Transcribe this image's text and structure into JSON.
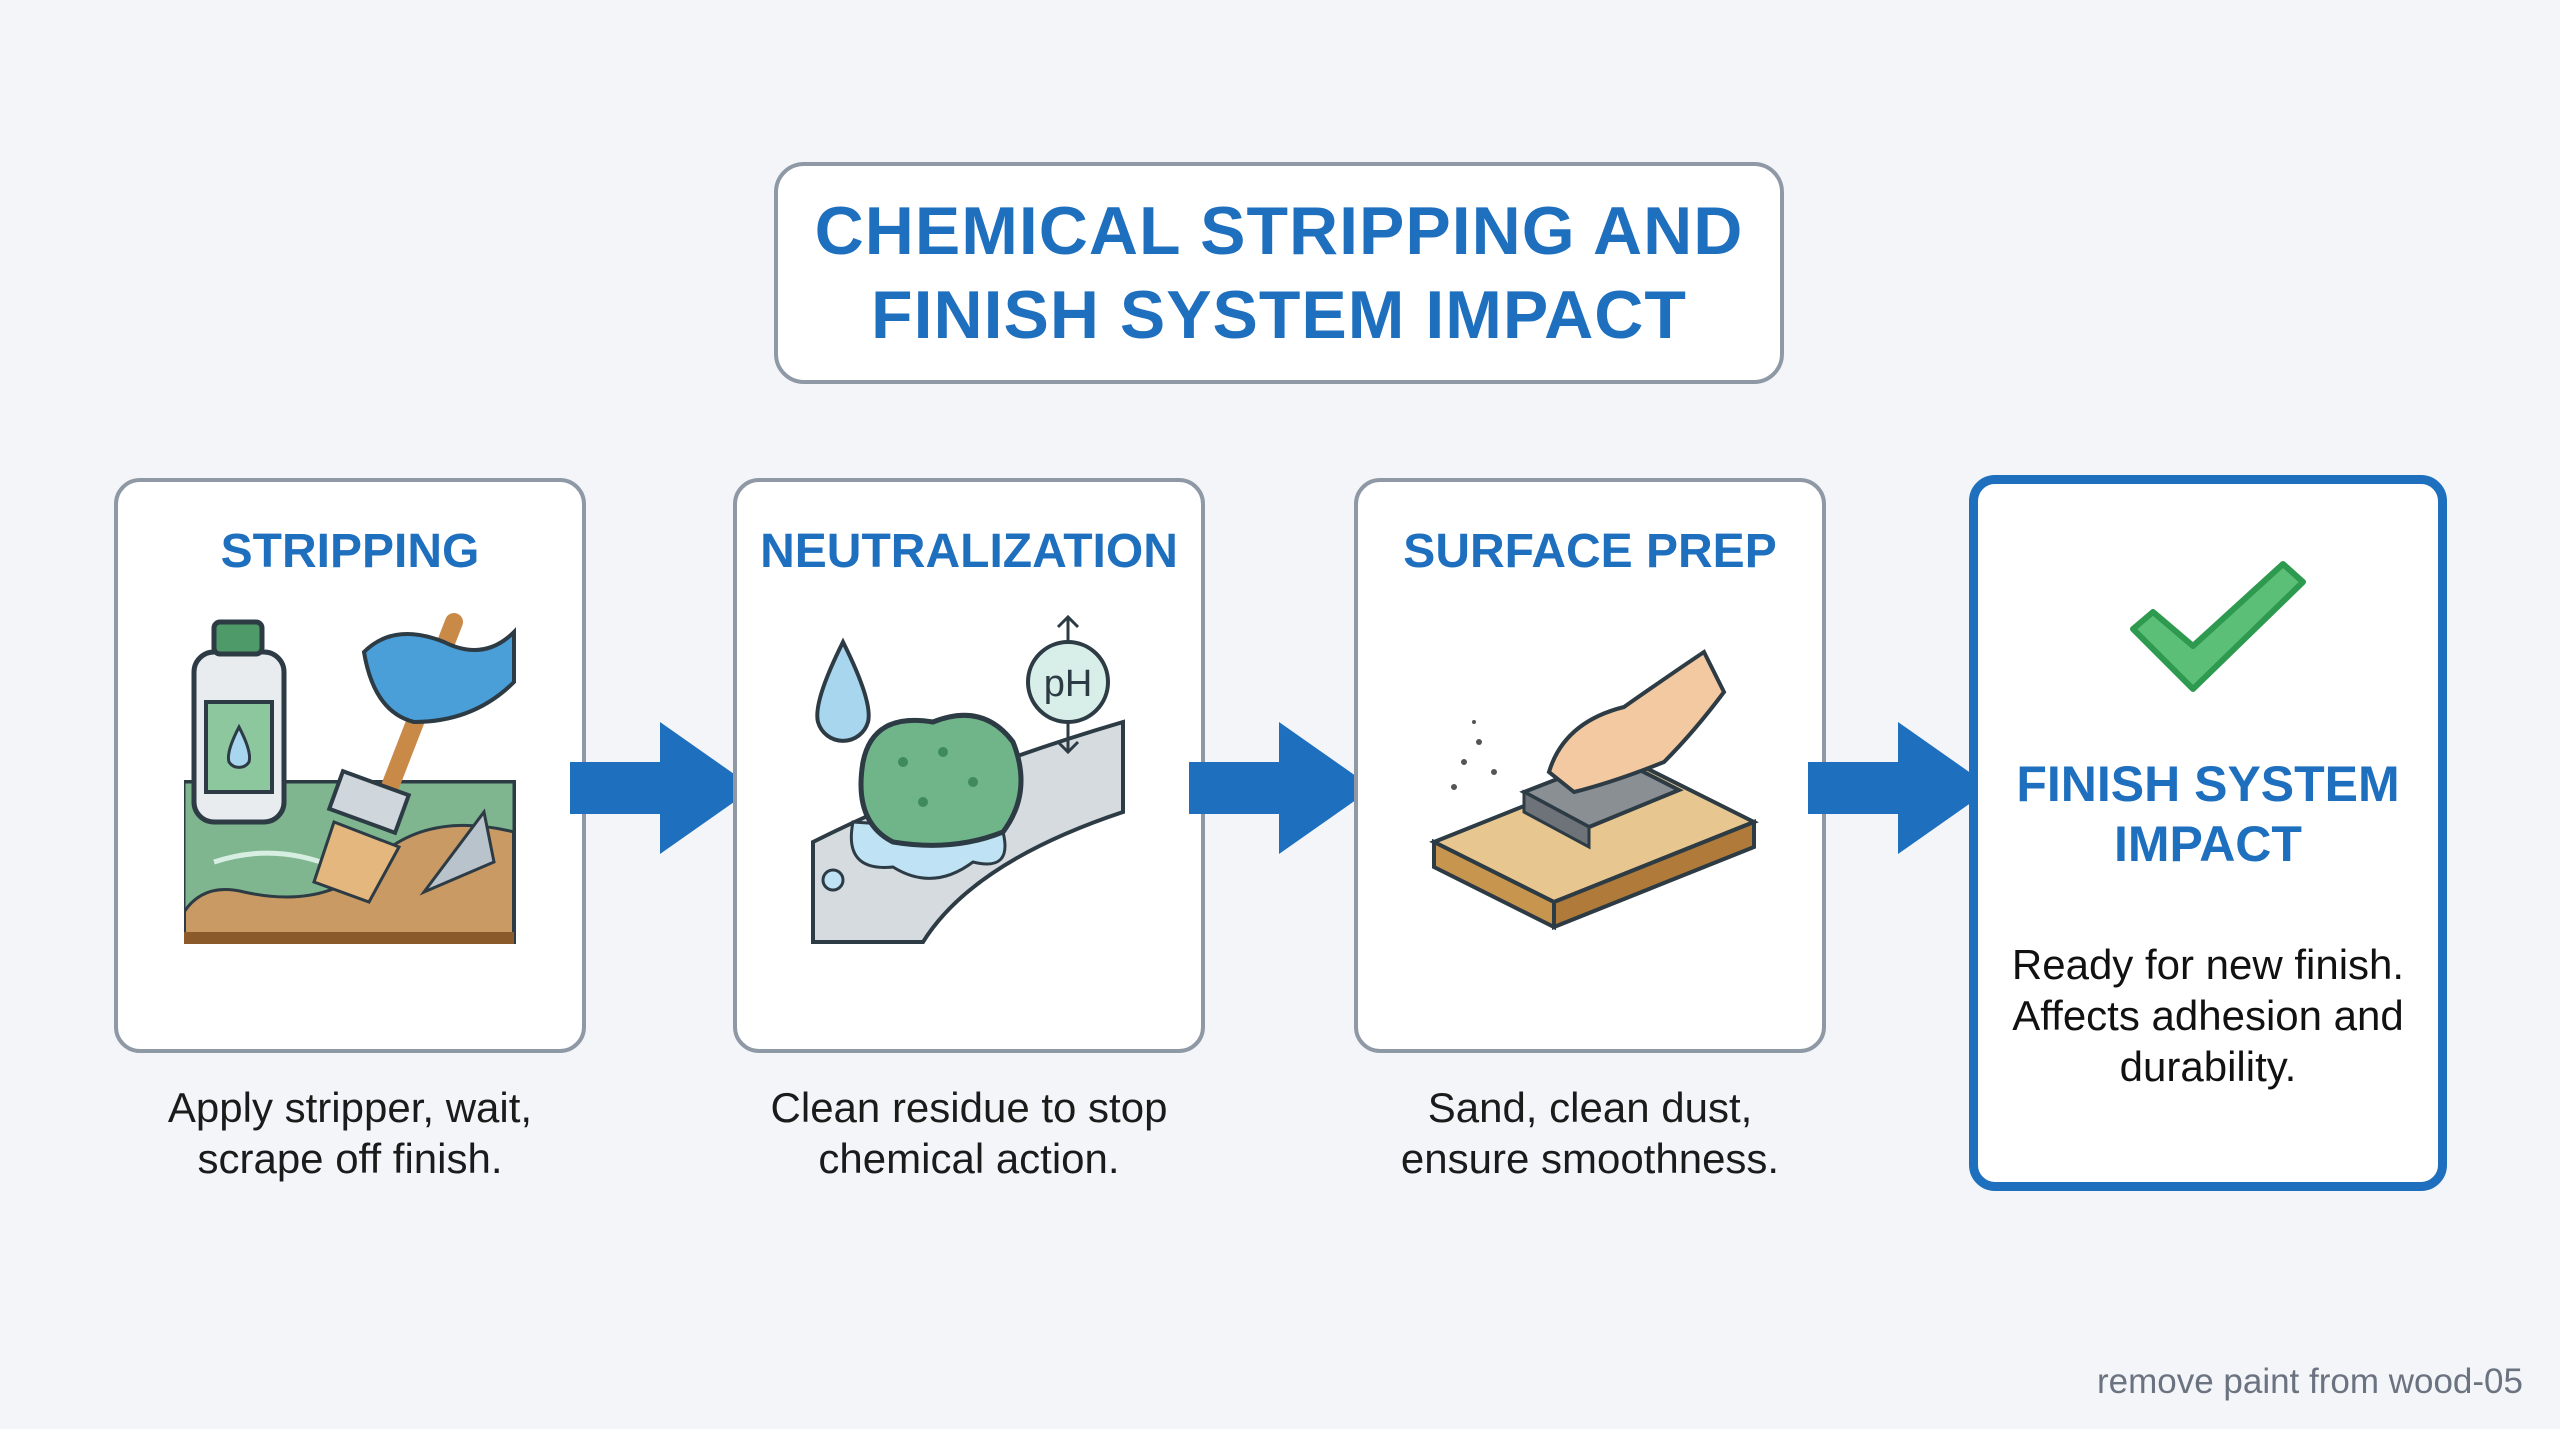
{
  "title": {
    "line1": "CHEMICAL STRIPPING AND",
    "line2": "FINISH SYSTEM IMPACT"
  },
  "steps": [
    {
      "heading": "STRIPPING",
      "icon": "stripper-brush-icon",
      "caption_line1": "Apply stripper, wait,",
      "caption_line2": "scrape off finish."
    },
    {
      "heading": "NEUTRALIZATION",
      "icon": "sponge-ph-icon",
      "caption_line1": "Clean residue to stop",
      "caption_line2": "chemical action."
    },
    {
      "heading": "SURFACE PREP",
      "icon": "sanding-block-icon",
      "caption_line1": "Sand, clean dust,",
      "caption_line2": "ensure smoothness."
    }
  ],
  "result": {
    "heading_line1": "FINISH SYSTEM",
    "heading_line2": "IMPACT",
    "icon": "checkmark-icon",
    "desc_line1": "Ready for new finish.",
    "desc_line2": "Affects adhesion and",
    "desc_line3": "durability."
  },
  "footer": "remove paint from wood-05",
  "colors": {
    "accent": "#1f6fbf",
    "border": "#8f99a6",
    "check": "#5cbf78",
    "background": "#f3f5f8"
  }
}
